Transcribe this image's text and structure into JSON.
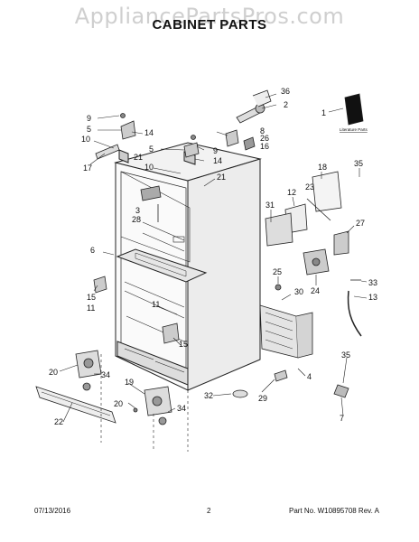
{
  "watermark": "AppliancePartsPros.com",
  "title": "CABINET PARTS",
  "literature_label": "Literature Parts",
  "footer": {
    "date": "07/13/2016",
    "page": "2",
    "part": "Part No. W10895708  Rev. A"
  },
  "callouts": {
    "c36": "36",
    "c2": "2",
    "c1": "1",
    "c9a": "9",
    "c5a": "5",
    "c14a": "14",
    "c8": "8",
    "c26": "26",
    "c16": "16",
    "c10a": "10",
    "c17": "17",
    "c21a": "21",
    "c5b": "5",
    "c9b": "9",
    "c14b": "14",
    "c10b": "10",
    "c21b": "21",
    "c18": "18",
    "c35a": "35",
    "c23": "23",
    "c12": "12",
    "c31": "31",
    "c3": "3",
    "c28": "28",
    "c27": "27",
    "c6": "6",
    "c25": "25",
    "c24": "24",
    "c33": "33",
    "c15a": "15",
    "c13": "13",
    "c11a": "11",
    "c11b": "11",
    "c30": "30",
    "c15b": "15",
    "c4": "4",
    "c20a": "20",
    "c34a": "34",
    "c35b": "35",
    "c19": "19",
    "c20b": "20",
    "c34b": "34",
    "c32": "32",
    "c29": "29",
    "c22": "22",
    "c7": "7"
  }
}
